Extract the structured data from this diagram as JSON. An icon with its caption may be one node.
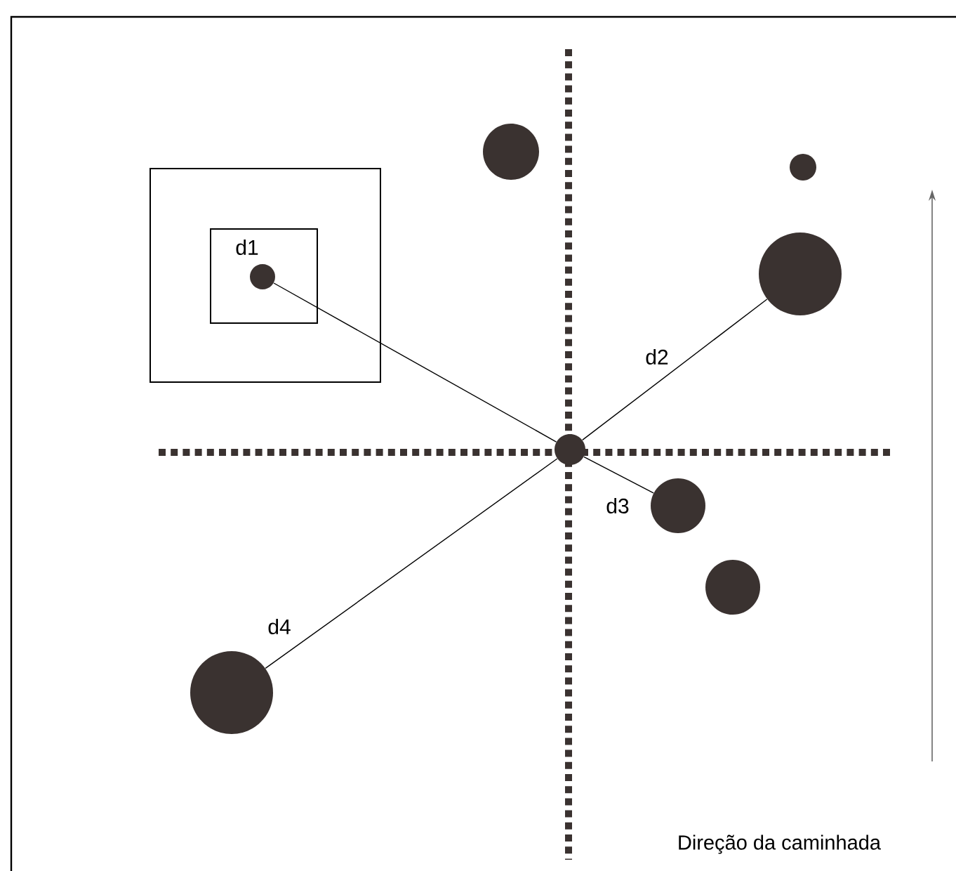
{
  "diagram": {
    "nodes": [
      {
        "text": [],
        "shape": "box"
      },
      {
        "text": [],
        "shape": "box",
        "in": 0
      },
      {
        "text": [],
        "shape": "circle",
        "in": 1
      },
      {
        "text": [],
        "shape": "circle"
      },
      {
        "text": [],
        "shape": "circle"
      },
      {
        "text": [],
        "shape": "circle"
      },
      {
        "text": [],
        "shape": "circle"
      },
      {
        "text": [],
        "shape": "circle"
      },
      {
        "text": [],
        "shape": "circle"
      },
      {
        "text": [],
        "shape": "circle"
      }
    ],
    "edges": [
      {
        "from": 2,
        "to": 6,
        "arrow": "none",
        "label": "d1"
      },
      {
        "from": 5,
        "to": 6,
        "arrow": "none",
        "label": "d2"
      },
      {
        "from": 6,
        "to": 7,
        "arrow": "none",
        "label": "d3"
      },
      {
        "from": 6,
        "to": 9,
        "arrow": "none",
        "label": "d4"
      }
    ],
    "labels": [
      "Direção da caminhada"
    ]
  }
}
